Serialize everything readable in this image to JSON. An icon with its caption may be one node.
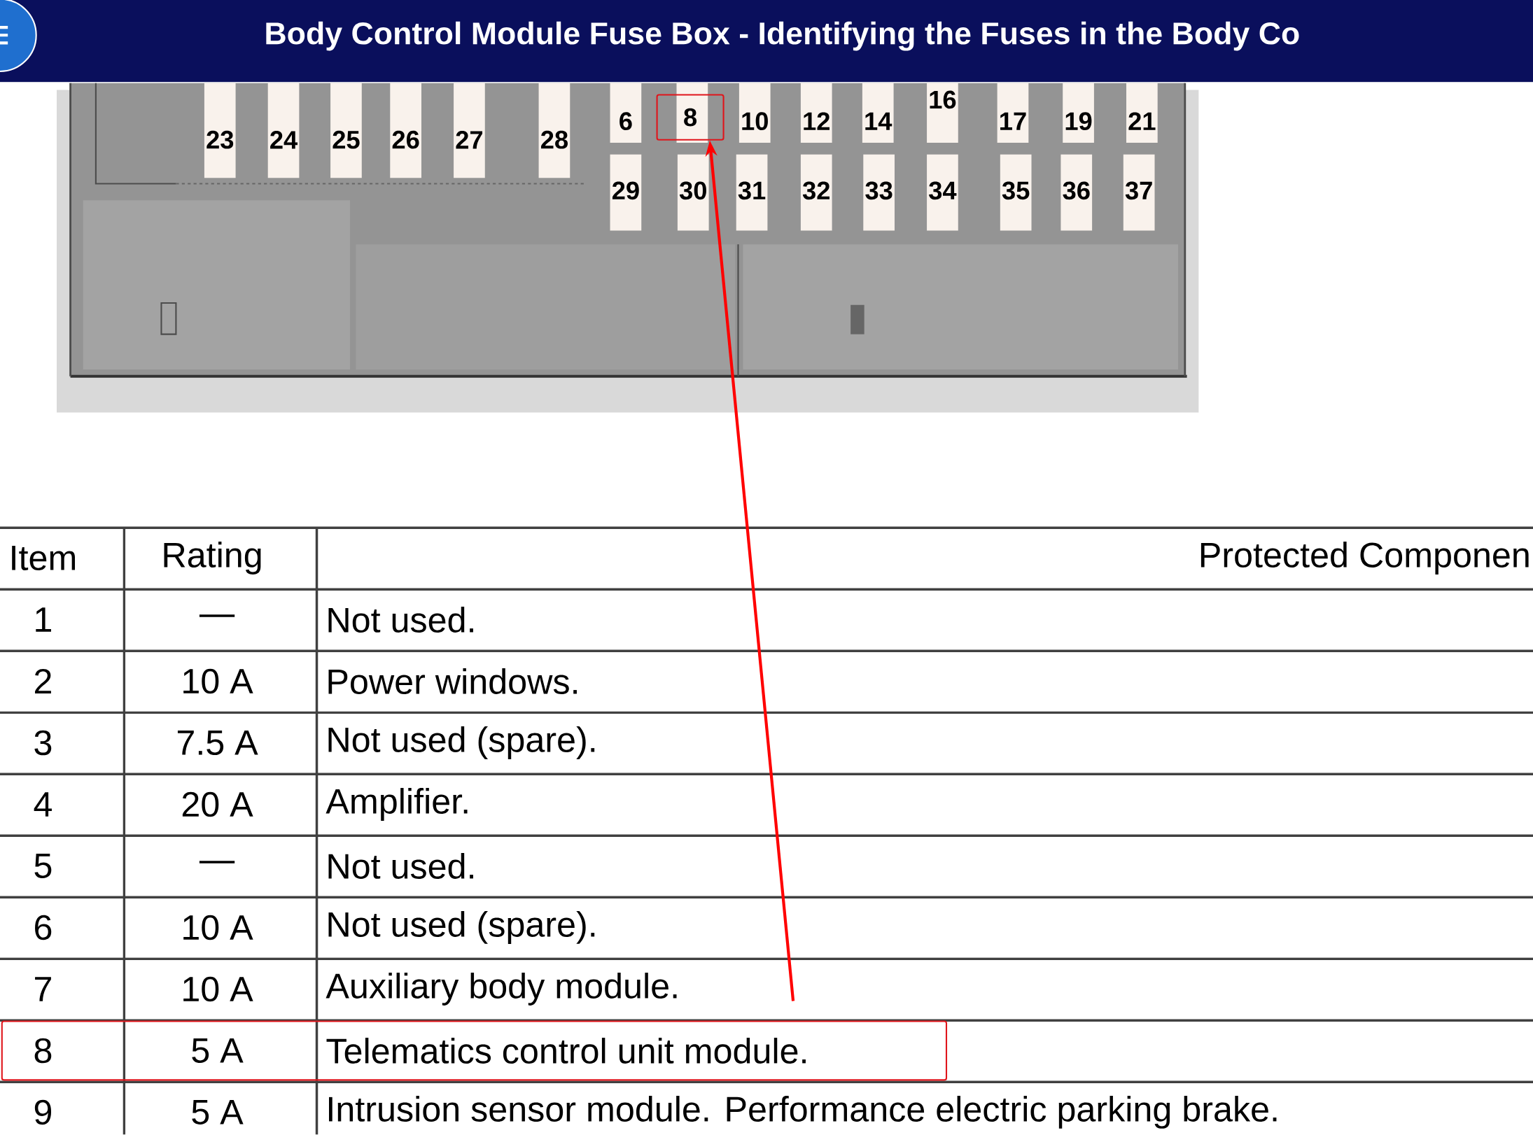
{
  "diagram": {
    "title": "Body Control Module Fuse Box - Identifying the Fuses in the Body Co",
    "nodes": [
      {
        "text": [
          "8"
        ]
      },
      {
        "text": [
          "8",
          "5 A",
          "Telematics control unit module."
        ]
      }
    ],
    "edges": [
      {
        "from": 1,
        "to": 0,
        "arrow": "to",
        "color": "#ff0000"
      }
    ],
    "labels": [
      "23",
      "24",
      "25",
      "26",
      "27",
      "28",
      "6",
      "10",
      "12",
      "14",
      "16",
      "17",
      "19",
      "21",
      "29",
      "30",
      "31",
      "32",
      "33",
      "34",
      "35",
      "36",
      "37",
      "Item",
      "Rating",
      "Protected Componen",
      "1",
      "—",
      "Not used.",
      "2",
      "10 A",
      "Power windows.",
      "3",
      "7.5 A",
      "Not used (spare).",
      "4",
      "20 A",
      "Amplifier.",
      "5",
      "—",
      "Not used.",
      "6",
      "10 A",
      "Not used (spare).",
      "7",
      "10 A",
      "Auxiliary body module.",
      "9",
      "5 A",
      "Intrusion sensor module. Performance electric parking brake."
    ]
  }
}
